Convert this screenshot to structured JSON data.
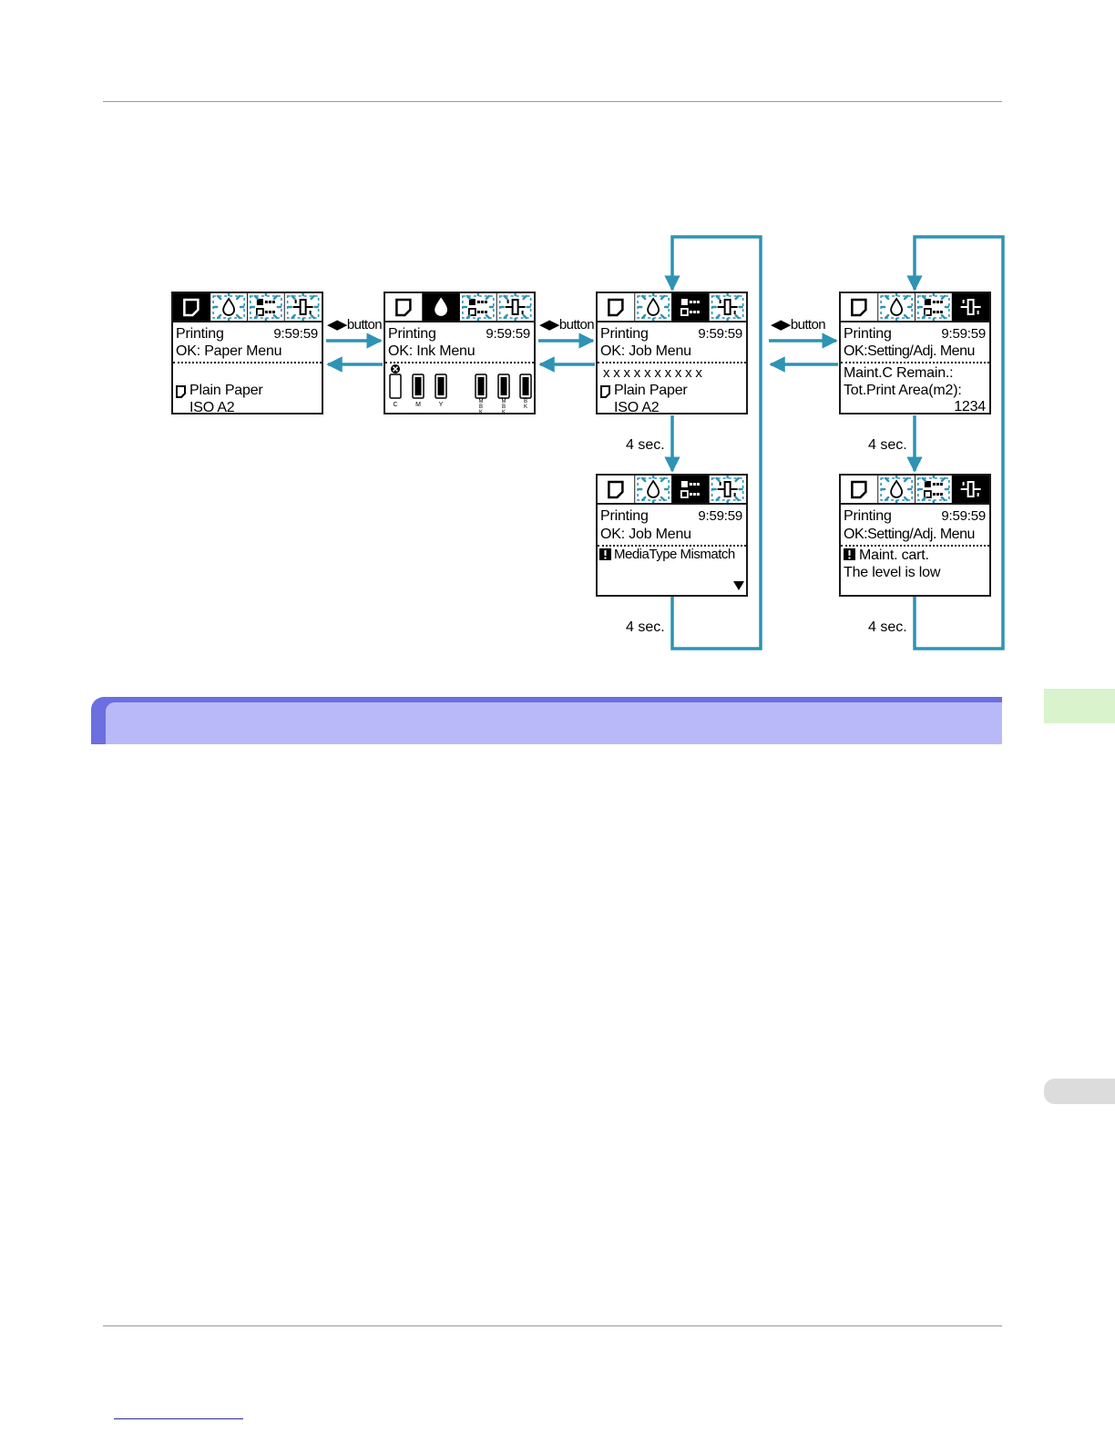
{
  "colors": {
    "arrow": "#2e93b4",
    "panel_border": "#1a1a1a",
    "section_bar": "#6b6fe0",
    "section_fill": "#b9b9f9",
    "side_tab": "#d9f3cd",
    "flash": "#2e93b4"
  },
  "button_label": "◀▶button",
  "delay_label": "4 sec.",
  "panels": {
    "paper": {
      "active_tab": "paper-icon",
      "status": "Printing",
      "time": "9:59:59",
      "menu": "OK: Paper Menu",
      "line1": "Plain Paper",
      "line2": "ISO A2"
    },
    "ink": {
      "active_tab": "ink-icon",
      "status": "Printing",
      "time": "9:59:59",
      "menu": "OK: Ink Menu",
      "ink_labels": [
        "C",
        "M",
        "Y",
        "MBK",
        "MBK",
        "BK"
      ],
      "ink_levels": [
        0,
        1,
        1,
        1,
        1,
        1
      ]
    },
    "job": {
      "active_tab": "job-icon",
      "status": "Printing",
      "time": "9:59:59",
      "menu": "OK: Job Menu",
      "line1": "x x x x x x x x x x",
      "line2": "Plain Paper",
      "line3": "ISO A2"
    },
    "job_warn": {
      "active_tab": "job-icon",
      "status": "Printing",
      "time": "9:59:59",
      "menu": "OK: Job Menu",
      "line1": "MediaType Mismatch"
    },
    "setting": {
      "active_tab": "settings-icon",
      "status": "Printing",
      "time": "9:59:59",
      "menu": "OK:Setting/Adj. Menu",
      "line1": "Maint.C Remain.:",
      "line2": "Tot.Print Area(m2):",
      "line3": "1234"
    },
    "setting_warn": {
      "active_tab": "settings-icon",
      "status": "Printing",
      "time": "9:59:59",
      "menu": "OK:Setting/Adj. Menu",
      "line1": "Maint. cart.",
      "line2": "The level is low"
    }
  }
}
